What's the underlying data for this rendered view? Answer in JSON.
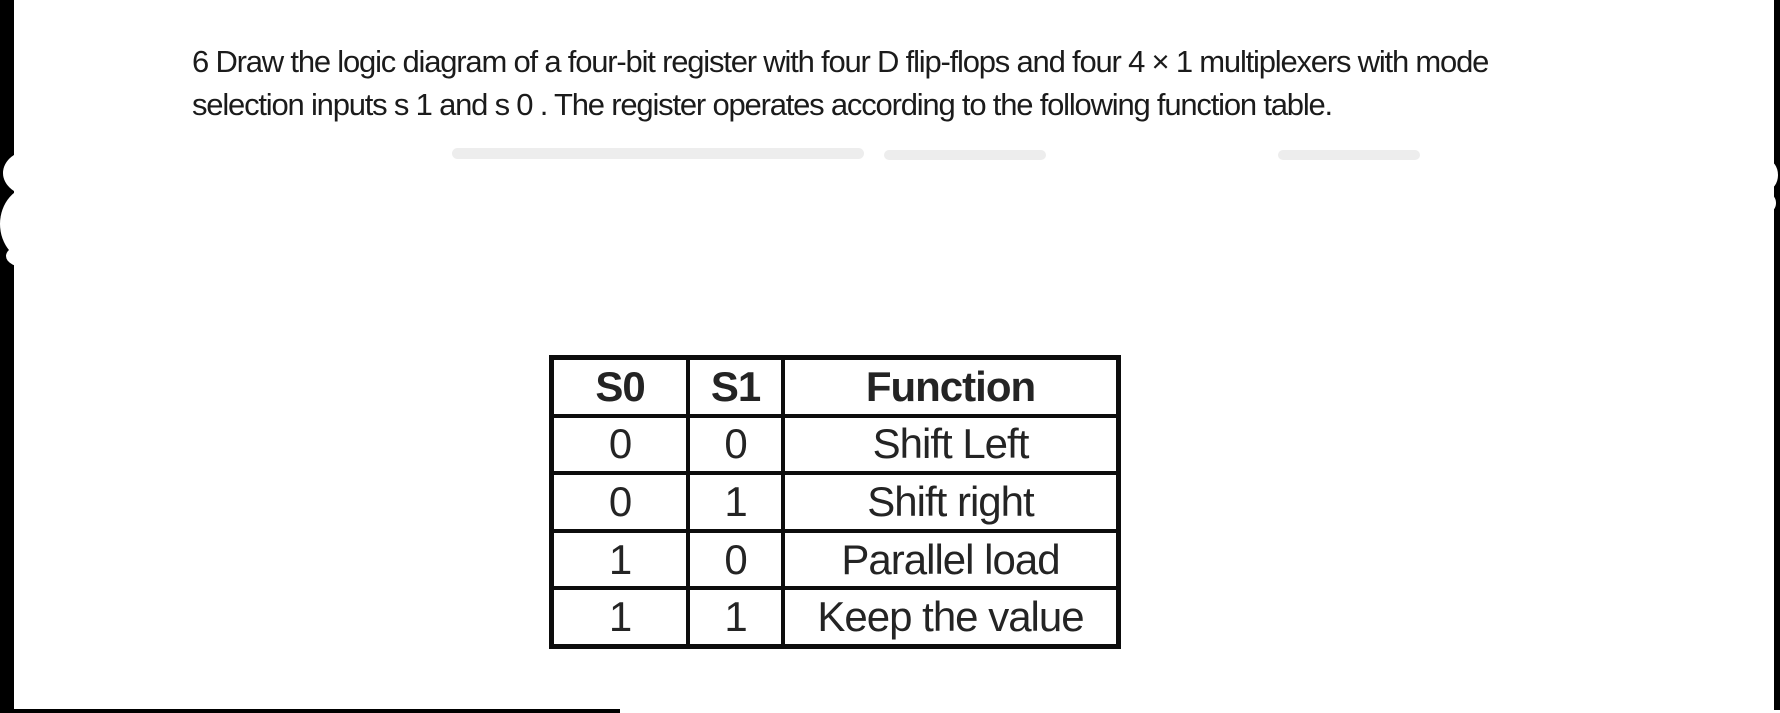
{
  "document": {
    "question": {
      "line1": "6 Draw the logic diagram of a four-bit register with four D flip-flops and four 4 × 1 multiplexers with mode",
      "line2": "selection inputs s 1 and s 0 . The register operates according to the following function table."
    },
    "function_table": {
      "headers": [
        "S0",
        "S1",
        "Function"
      ],
      "rows": [
        [
          "0",
          "0",
          "Shift Left"
        ],
        [
          "0",
          "1",
          "Shift right"
        ],
        [
          "1",
          "0",
          "Parallel load"
        ],
        [
          "1",
          "1",
          "Keep the value"
        ]
      ]
    },
    "colors": {
      "page_background": "#ffffff",
      "text": "#1b1b1b",
      "table_border": "#0d0d0d",
      "edge_artifact": "#000000",
      "smudge": "#ededed"
    }
  }
}
